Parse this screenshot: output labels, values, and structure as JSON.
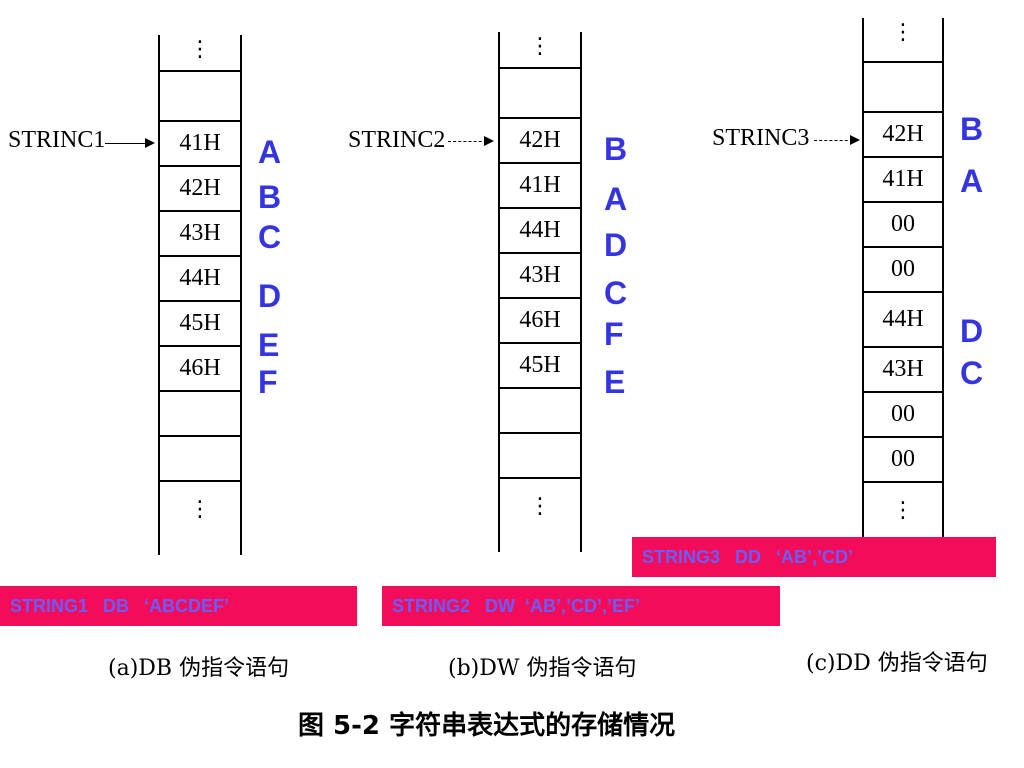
{
  "diagrams": [
    {
      "pointer_label": "STRINC1",
      "cells": [
        "",
        "41H",
        "42H",
        "43H",
        "44H",
        "45H",
        "46H",
        "",
        ""
      ],
      "letters": [
        "A",
        "B",
        "C",
        "D",
        "E",
        "F"
      ],
      "band_text": "STRING1   DB   ‘ABCDEF’",
      "caption": "(a)DB 伪指令语句"
    },
    {
      "pointer_label": "STRINC2",
      "cells": [
        "",
        "42H",
        "41H",
        "44H",
        "43H",
        "46H",
        "45H",
        "",
        ""
      ],
      "letters": [
        "B",
        "A",
        "D",
        "C",
        "F",
        "E"
      ],
      "band_text": "STRING2   DW  ‘AB’,’CD’,’EF’",
      "caption": "(b)DW 伪指令语句"
    },
    {
      "pointer_label": "STRINC3",
      "cells": [
        "",
        "42H",
        "41H",
        "00",
        "00",
        "44H",
        "43H",
        "00",
        "00"
      ],
      "letters": [
        "B",
        "A",
        "D",
        "C"
      ],
      "band_text": "STRING3   DD   ‘AB’,’CD’",
      "caption": "(c)DD 伪指令语句"
    }
  ],
  "dots": "⋮",
  "figure_title": "图 5-2   字符串表达式的存储情况",
  "colors": {
    "letter": "#3535e0",
    "band": "#f20c5a",
    "band_text": "#6a5cff"
  }
}
